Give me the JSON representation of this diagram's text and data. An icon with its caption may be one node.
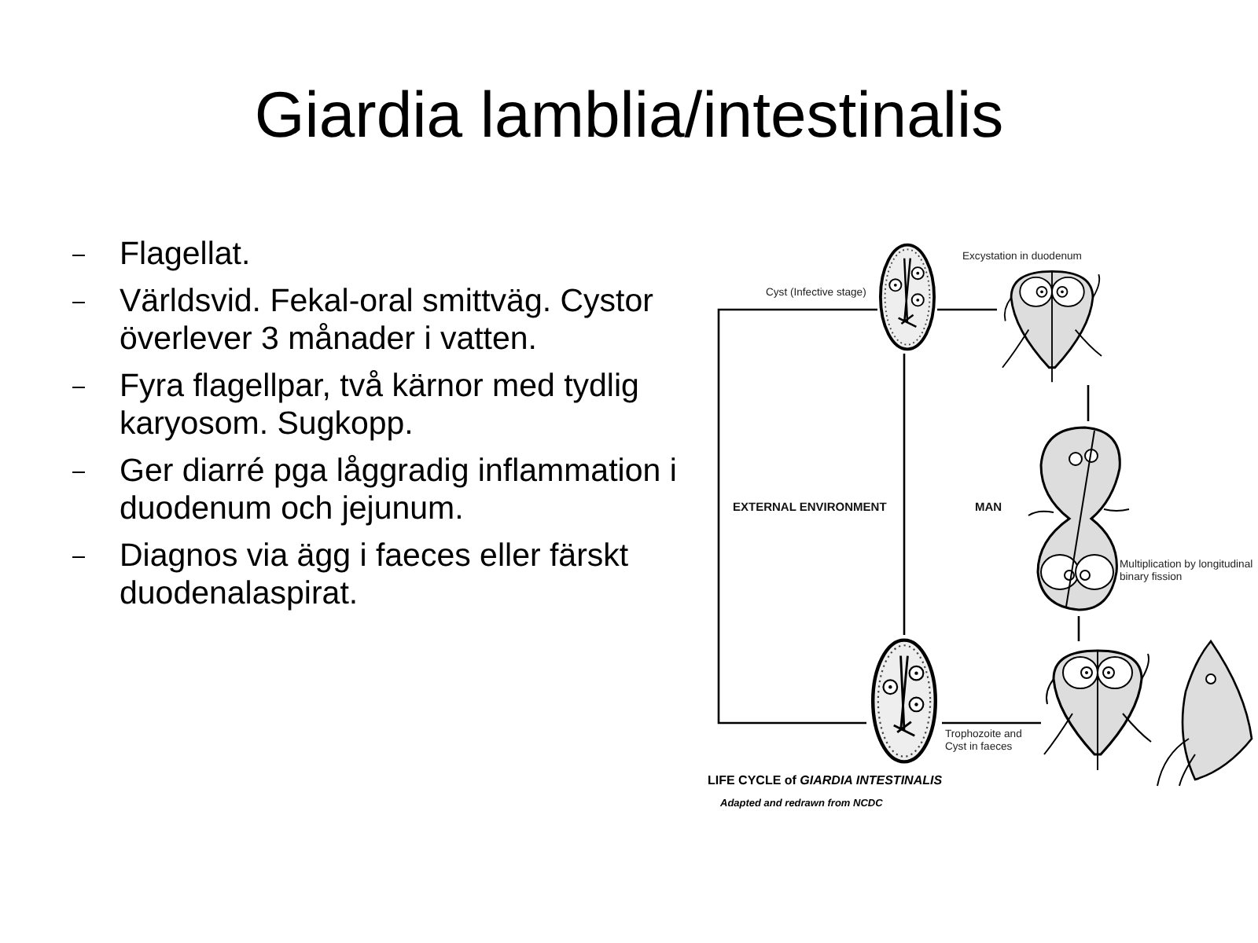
{
  "diagram": {
    "title": "Giardia lamblia/intestinalis",
    "nodes": [
      {
        "text": [],
        "shape": "picture",
        "beside": [
          "Cyst (Infective stage)"
        ]
      },
      {
        "text": [],
        "shape": "picture",
        "beside": [
          "Excystation in duodenum"
        ]
      },
      {
        "text": [],
        "shape": "picture",
        "beside": [
          "Multiplication by longitudinal binary fission"
        ]
      },
      {
        "text": [],
        "shape": "picture"
      },
      {
        "text": [],
        "shape": "picture",
        "beside": [
          "Trophozoite and Cyst in faeces"
        ]
      }
    ],
    "edges": [
      {
        "from": 0,
        "to": 1,
        "arrow": "none"
      },
      {
        "from": 1,
        "to": 2,
        "arrow": "none"
      },
      {
        "from": 2,
        "to": 3,
        "arrow": "none"
      },
      {
        "from": 3,
        "to": 4,
        "arrow": "none"
      },
      {
        "from": 4,
        "to": 0,
        "arrow": "none"
      },
      {
        "from": 0,
        "to": 4,
        "arrow": "none"
      }
    ],
    "labels": [
      "Flagellat.",
      "Världsvid. Fekal-oral smittväg. Cystor överlever 3 månader i vatten.",
      "Fyra flagellpar, två kärnor med tydlig karyosom. Sugkopp.",
      "Ger diarré pga låggradig inflammation i duodenum och jejunum.",
      "Diagnos via ägg i faeces eller färskt duodenalaspirat.",
      "EXTERNAL ENVIRONMENT",
      "MAN",
      "LIFE CYCLE of *GIARDIA INTESTINALIS*",
      "Adapted and redrawn from NCDC"
    ]
  }
}
